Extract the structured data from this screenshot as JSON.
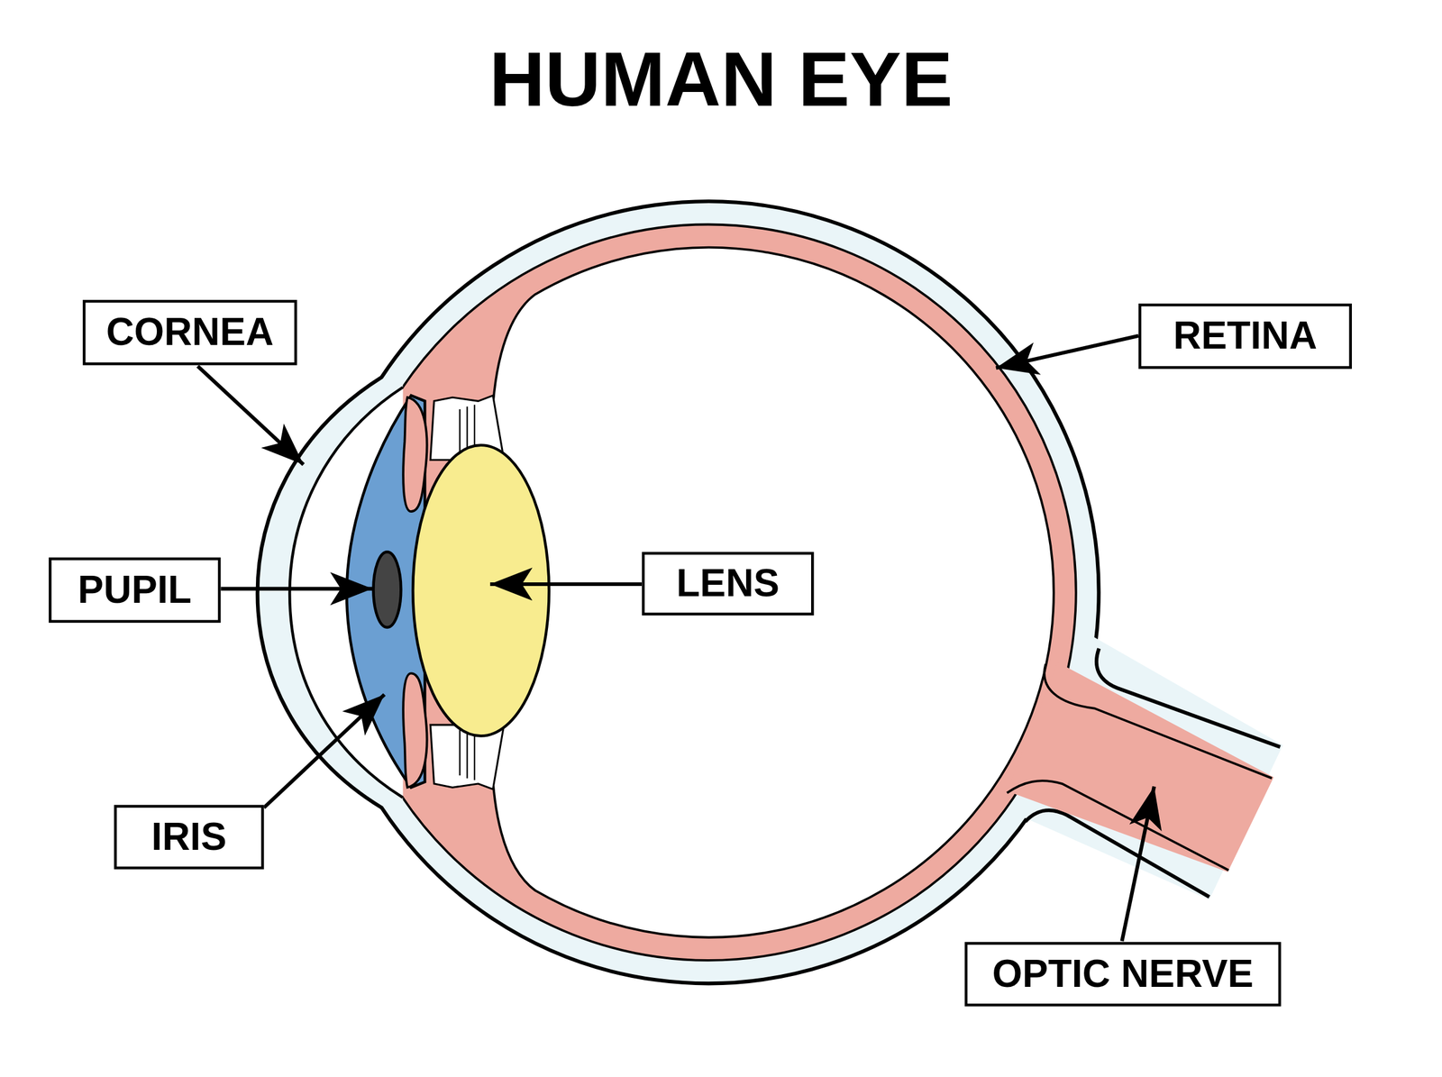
{
  "diagram": {
    "title": "HUMAN EYE",
    "nodes": [
      {
        "text": [
          "CORNEA"
        ]
      },
      {
        "text": [
          "RETINA"
        ]
      },
      {
        "text": [
          "PUPIL"
        ]
      },
      {
        "text": [
          "LENS"
        ]
      },
      {
        "text": [
          "IRIS"
        ]
      },
      {
        "text": [
          "OPTIC NERVE"
        ]
      }
    ]
  }
}
